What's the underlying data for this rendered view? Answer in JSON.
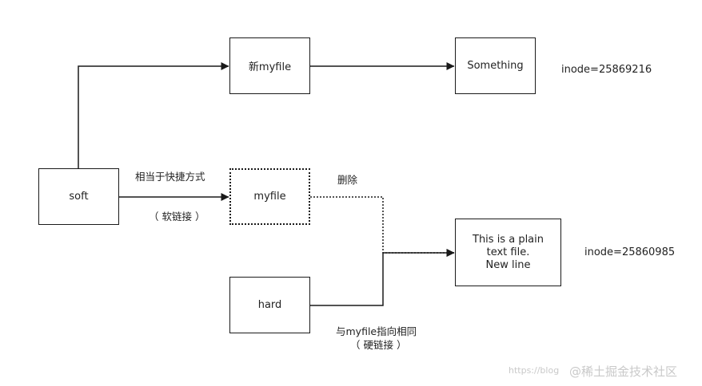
{
  "nodes": {
    "soft": "soft",
    "new_myfile": "新myfile",
    "something": "Something",
    "myfile": "myfile",
    "hard": "hard",
    "plain_text": [
      "This is a plain",
      "text file.",
      "New line"
    ]
  },
  "labels": {
    "shortcut_line1": "相当于快捷方式",
    "shortcut_line2": "（ 软链接 ）",
    "delete": "删除",
    "same_as_line1": "与myfile指向相同",
    "same_as_line2": "（ 硬链接 ）",
    "inode_top": "inode=25869216",
    "inode_bottom": "inode=25860985"
  },
  "watermark": {
    "url": "https://blog",
    "brand": "@稀土掘金技术社区"
  },
  "colors": {
    "stroke": "#1a1a1a",
    "watermark": "#c9c9c9"
  }
}
